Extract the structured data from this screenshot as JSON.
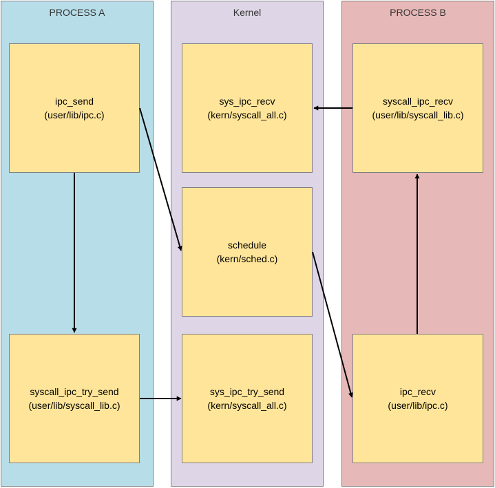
{
  "colors": {
    "lane_a": "#b7dde8",
    "lane_kernel": "#ded6e6",
    "lane_b": "#e6b8b7",
    "box_fill": "#ffe599",
    "arrow": "#000000"
  },
  "lanes": {
    "process_a": {
      "title": "PROCESS A"
    },
    "kernel": {
      "title": "Kernel"
    },
    "process_b": {
      "title": "PROCESS B"
    }
  },
  "boxes": {
    "ipc_send": {
      "name": "ipc_send",
      "file": "(user/lib/ipc.c)"
    },
    "syscall_ipc_try_send": {
      "name": "syscall_ipc_try_send",
      "file": "(user/lib/syscall_lib.c)"
    },
    "sys_ipc_recv": {
      "name": "sys_ipc_recv",
      "file": "(kern/syscall_all.c)"
    },
    "schedule": {
      "name": "schedule",
      "file": "(kern/sched.c)"
    },
    "sys_ipc_try_send": {
      "name": "sys_ipc_try_send",
      "file": "(kern/syscall_all.c)"
    },
    "syscall_ipc_recv": {
      "name": "syscall_ipc_recv",
      "file": "(user/lib/syscall_lib.c)"
    },
    "ipc_recv": {
      "name": "ipc_recv",
      "file": "(user/lib/ipc.c)"
    }
  }
}
